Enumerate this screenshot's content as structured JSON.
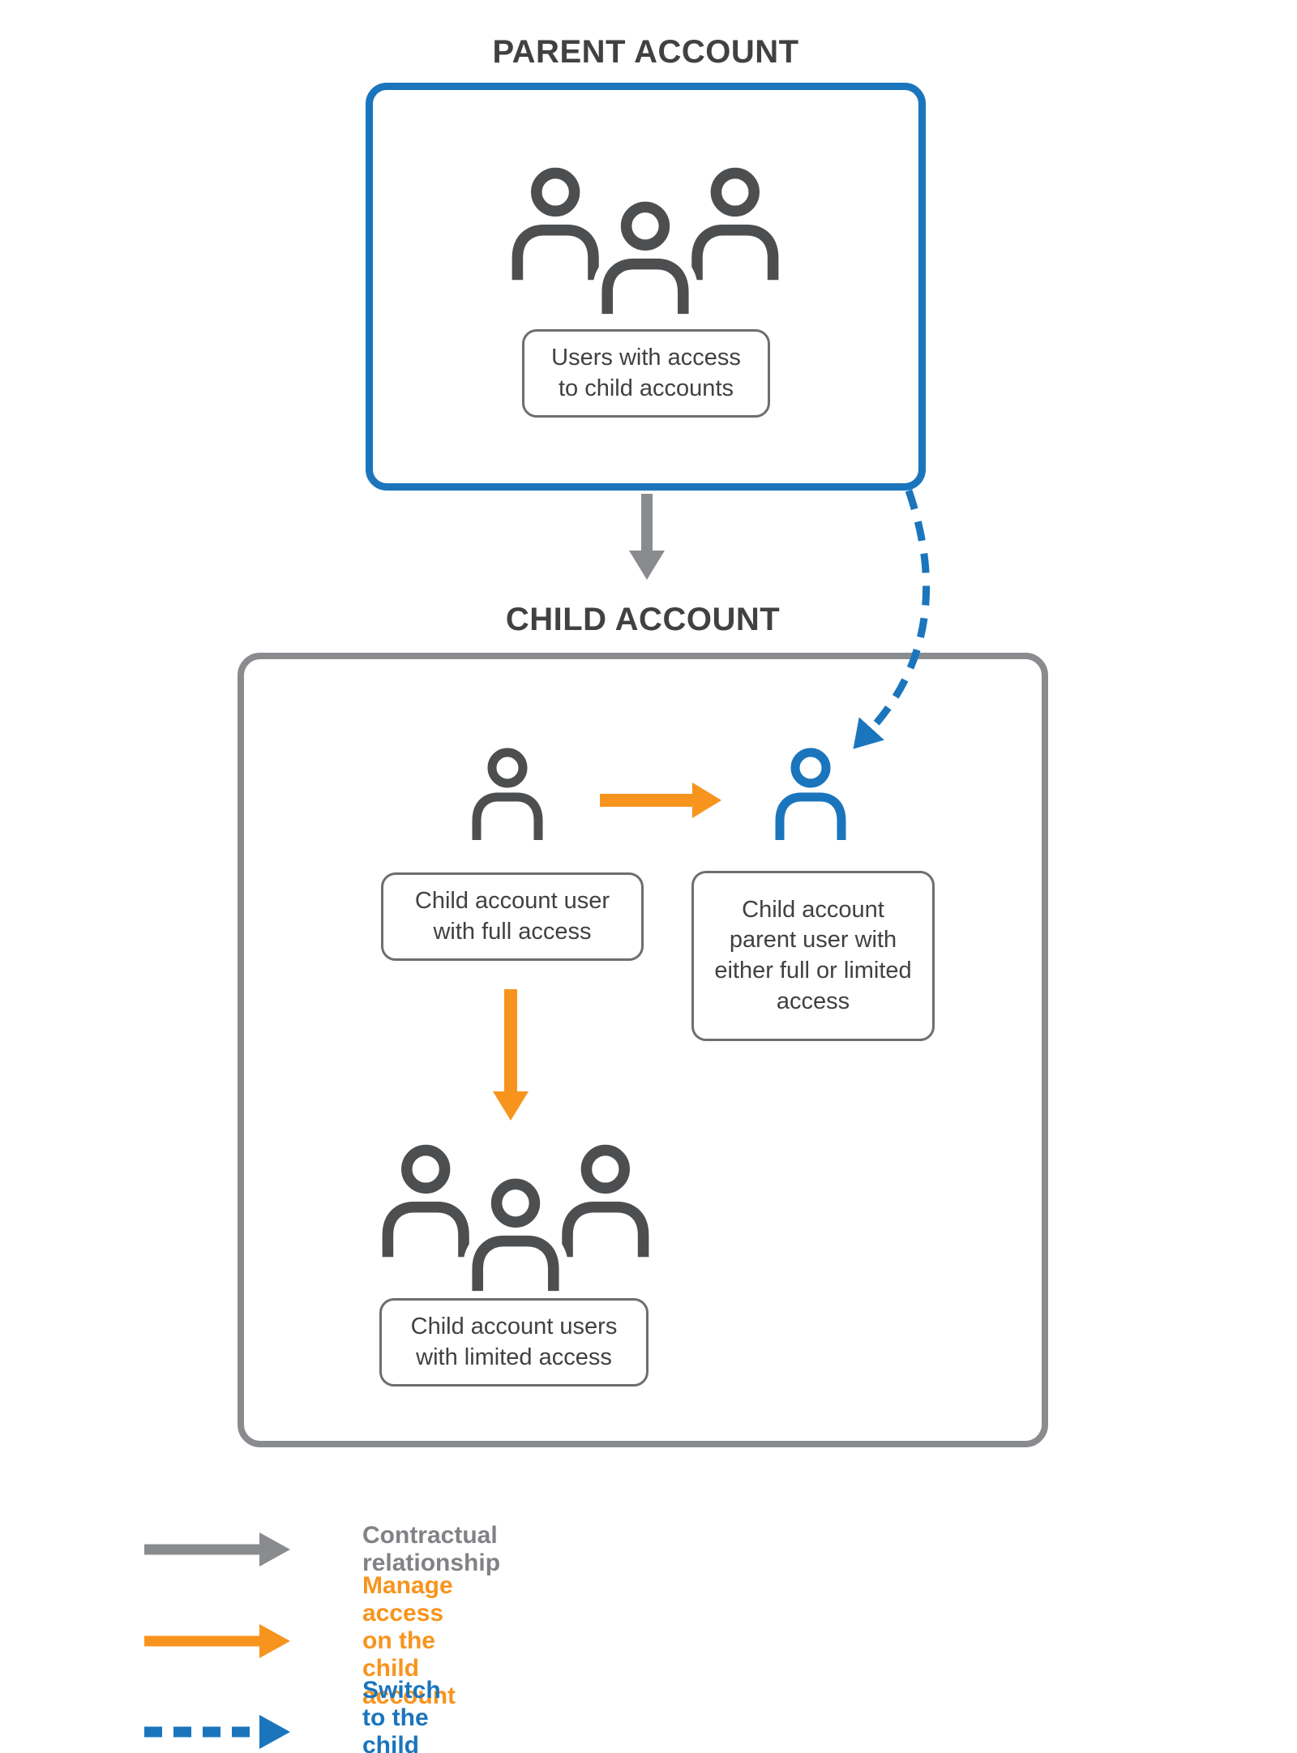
{
  "parent": {
    "title": "PARENT ACCOUNT",
    "users_label": "Users with access to child accounts"
  },
  "child": {
    "title": "CHILD ACCOUNT",
    "full_access_label": "Child account user with full access",
    "parent_user_label": "Child account parent user with either full or limited access",
    "limited_access_label": "Child account users with limited access"
  },
  "legend": {
    "items": [
      {
        "label": "Contractual relationship",
        "color": "#808285",
        "style": "solid"
      },
      {
        "label": "Manage access on the child account",
        "color": "#f7941e",
        "style": "solid"
      },
      {
        "label": "Switch to the child account",
        "color": "#1b75bc",
        "style": "dashed"
      }
    ]
  },
  "icons": {
    "parent_users_group": "three-users-outline-icon",
    "child_full_access_user": "single-user-outline-icon",
    "child_parent_user": "single-user-outline-icon-blue",
    "limited_users_group": "three-users-outline-icon",
    "contractual_arrow": "solid-gray-arrow",
    "manage_access_arrow": "solid-orange-arrow",
    "switch_account_arrow": "dashed-blue-curved-arrow"
  },
  "colors": {
    "blue": "#1b75bc",
    "orange": "#f7941e",
    "arrow_gray": "#898b8e",
    "icon_dark": "#4d4e50",
    "text_dark": "#414042",
    "label_border": "#6d6e71",
    "legend_gray_text": "#808285"
  }
}
